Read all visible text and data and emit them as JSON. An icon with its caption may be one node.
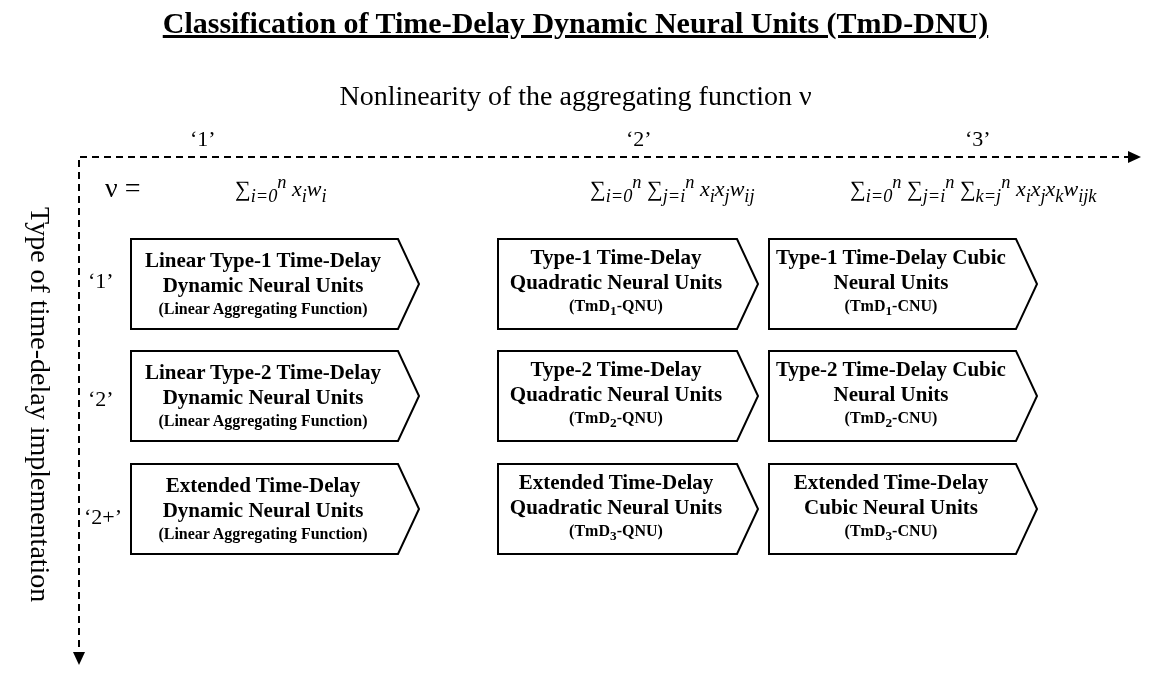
{
  "diagram": {
    "title": "Classification of Time-Delay Dynamic Neural Units (TmD-DNU)",
    "nodes": [
      {
        "text": [
          "Linear Type-1 Time-Delay Dynamic Neural Units",
          "(Linear Aggregating Function)"
        ]
      },
      {
        "text": [
          "Type-1 Time-Delay Quadratic Neural Units",
          "(TmD$_{1}$-QNU)"
        ]
      },
      {
        "text": [
          "Type-1 Time-Delay Cubic Neural Units",
          "(TmD$_{1}$-CNU)"
        ]
      },
      {
        "text": [
          "Linear Type-2 Time-Delay Dynamic Neural Units",
          "(Linear Aggregating Function)"
        ]
      },
      {
        "text": [
          "Type-2 Time-Delay Quadratic Neural Units",
          "(TmD$_{2}$-QNU)"
        ]
      },
      {
        "text": [
          "Type-2 Time-Delay Cubic Neural Units",
          "(TmD$_{2}$-CNU)"
        ]
      },
      {
        "text": [
          "Extended Time-Delay Dynamic Neural Units",
          "(Linear Aggregating Function)"
        ]
      },
      {
        "text": [
          "Extended Time-Delay Quadratic Neural Units",
          "(TmD$_{3}$-QNU)"
        ]
      },
      {
        "text": [
          "Extended Time-Delay Cubic Neural Units",
          "(TmD$_{3}$-CNU)"
        ]
      }
    ],
    "edges": [],
    "labels": [
      "Nonlinearity of the aggregating function ν",
      "‘1’",
      "‘2’",
      "‘3’",
      "ν =",
      "∑$_{i=0}$$^{n}$ x$_{i}$w$_{i}$",
      "∑$_{i=0}$$^{n}$ ∑$_{j=i}$$^{n}$ x$_{i}$x$_{j}$w$_{ij}$",
      "∑$_{i=0}$$^{n}$ ∑$_{j=i}$$^{n}$ ∑$_{k=j}$$^{n}$ x$_{i}$x$_{j}$x$_{k}$w$_{ijk}$",
      "Type of time-delay implementation",
      "‘1’",
      "‘2’",
      "‘2+’"
    ]
  }
}
